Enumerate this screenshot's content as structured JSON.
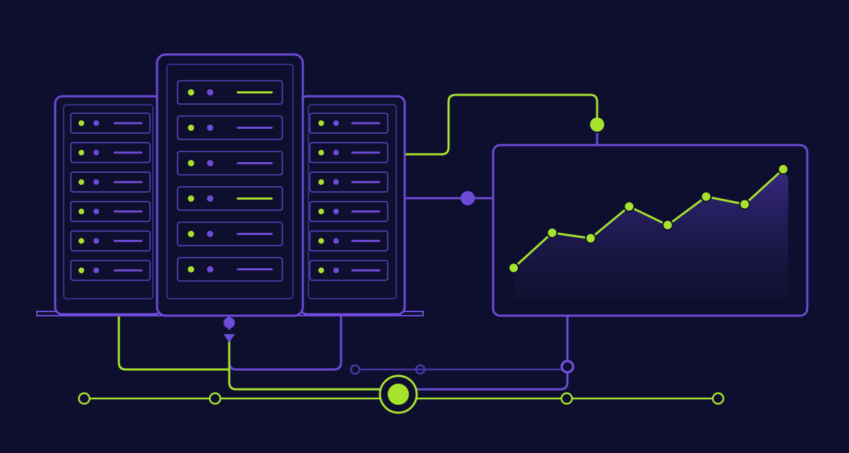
{
  "colors": {
    "background": "#0e0f2e",
    "purple": "#6e4bd8",
    "purple_dim": "#4a36a8",
    "lime": "#a6e22e",
    "server_fill": "#14133a",
    "slot_stroke": "#5b46c4"
  },
  "servers": [
    {
      "id": "left",
      "slots": [
        {
          "led": "lime",
          "bar": "purple"
        },
        {
          "led": "lime",
          "bar": "purple"
        },
        {
          "led": "lime",
          "bar": "purple"
        },
        {
          "led": "lime",
          "bar": "purple"
        },
        {
          "led": "lime",
          "bar": "purple"
        },
        {
          "led": "lime",
          "bar": "purple"
        }
      ]
    },
    {
      "id": "center",
      "slots": [
        {
          "led": "lime",
          "bar": "lime"
        },
        {
          "led": "lime",
          "bar": "purple"
        },
        {
          "led": "lime",
          "bar": "purple"
        },
        {
          "led": "lime",
          "bar": "lime"
        },
        {
          "led": "lime",
          "bar": "purple"
        },
        {
          "led": "lime",
          "bar": "purple"
        }
      ]
    },
    {
      "id": "right",
      "slots": [
        {
          "led": "lime",
          "bar": "purple"
        },
        {
          "led": "lime",
          "bar": "purple"
        },
        {
          "led": "lime",
          "bar": "purple"
        },
        {
          "led": "lime",
          "bar": "purple"
        },
        {
          "led": "lime",
          "bar": "purple"
        },
        {
          "led": "lime",
          "bar": "purple"
        }
      ]
    }
  ],
  "monitor_chart": {
    "type": "area",
    "values": [
      0.1,
      0.42,
      0.37,
      0.66,
      0.49,
      0.75,
      0.68,
      1.0
    ]
  }
}
